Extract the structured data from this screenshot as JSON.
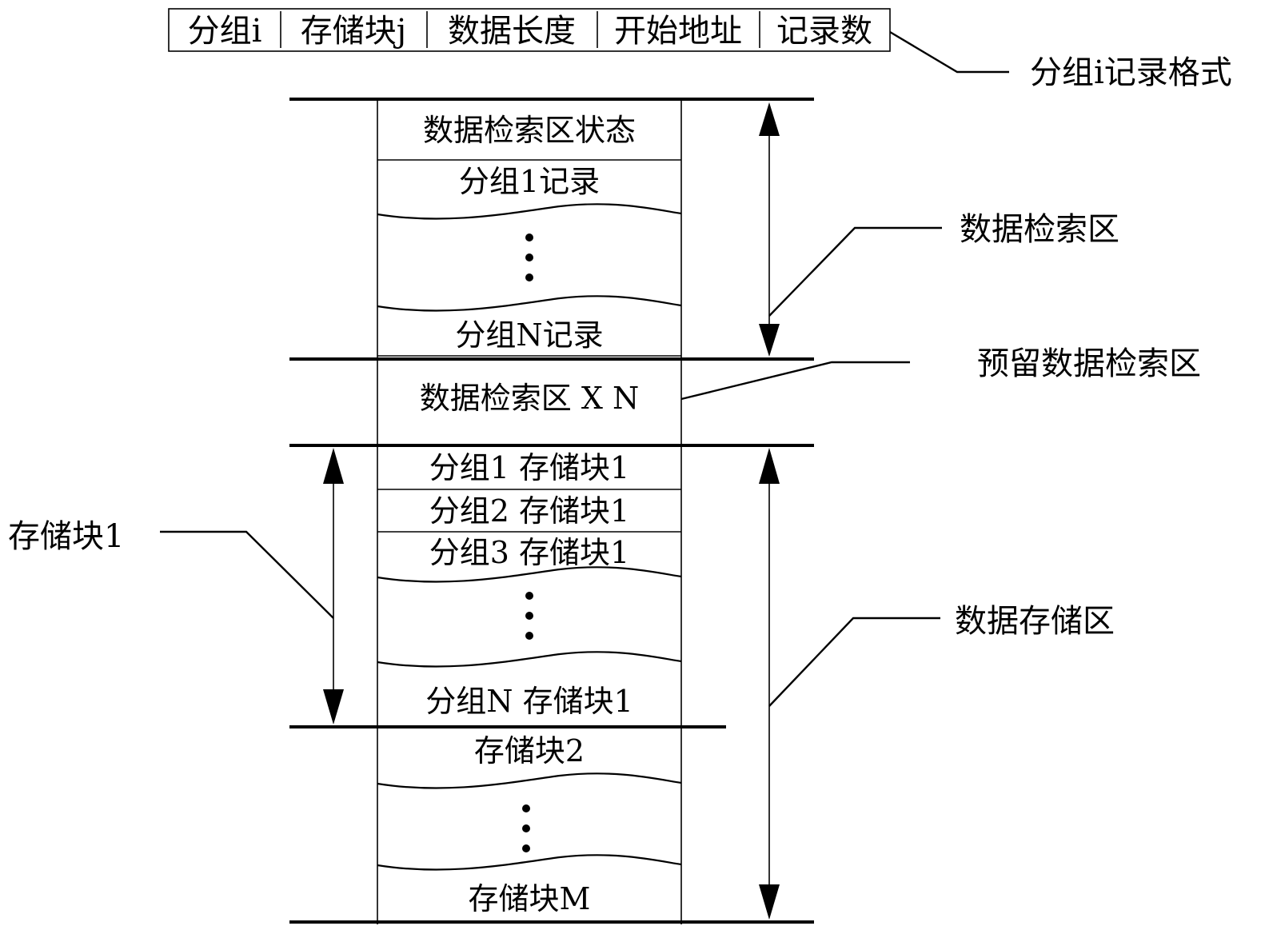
{
  "record_format": {
    "fields": [
      "分组i",
      "存储块j",
      "数据长度",
      "开始地址",
      "记录数"
    ],
    "label": "分组i记录格式"
  },
  "retrieval_area": {
    "status_cell": "数据检索区状态",
    "first_record": "分组1记录",
    "last_record": "分组N记录",
    "label": "数据检索区"
  },
  "reserved_area": {
    "cell": "数据检索区 X N",
    "label": "预留数据检索区"
  },
  "storage_area": {
    "block1_rows": [
      "分组1 存储块1",
      "分组2 存储块1",
      "分组3 存储块1"
    ],
    "block1_last": "分组N 存储块1",
    "block1_label": "存储块1",
    "block2": "存储块2",
    "blockM": "存储块M",
    "label": "数据存储区"
  },
  "ellipsis": "⋮"
}
